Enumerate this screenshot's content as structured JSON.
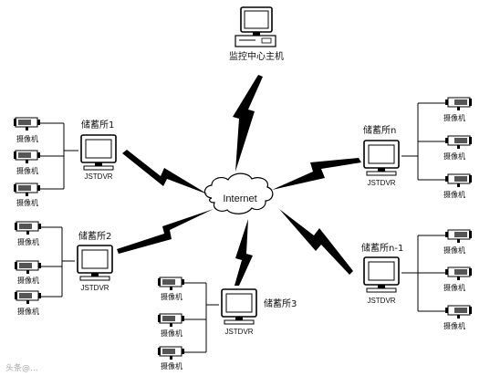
{
  "internet": {
    "label": "Internet"
  },
  "center_host": {
    "label": "监控中心主机"
  },
  "sites": [
    {
      "id": "site-1",
      "label": "储蓄所1",
      "dvr": "JSTDVR",
      "cameras": [
        "摄像机",
        "摄像机",
        "摄像机"
      ]
    },
    {
      "id": "site-2",
      "label": "储蓄所2",
      "dvr": "JSTDVR",
      "cameras": [
        "摄像机",
        "摄像机",
        "摄像机"
      ]
    },
    {
      "id": "site-3",
      "label": "储蓄所3",
      "dvr": "JSTDVR",
      "cameras": [
        "摄像机",
        "摄像机",
        "摄像机"
      ]
    },
    {
      "id": "site-n1",
      "label": "储蓄所n-1",
      "dvr": "JSTDVR",
      "cameras": [
        "摄像机",
        "摄像机",
        "摄像机"
      ]
    },
    {
      "id": "site-n",
      "label": "储蓄所n",
      "dvr": "JSTDVR",
      "cameras": [
        "摄像机",
        "摄像机",
        "摄像机"
      ]
    }
  ],
  "watermark": "头条@..."
}
